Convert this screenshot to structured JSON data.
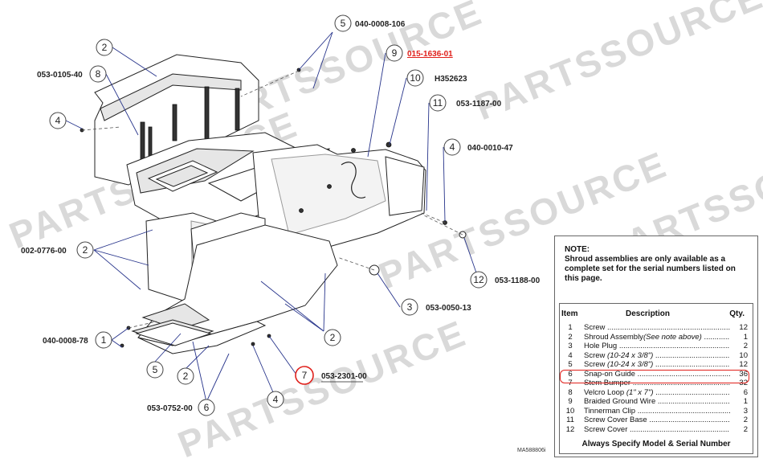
{
  "watermark": "PARTSSOURCE",
  "callouts": [
    {
      "item": "5",
      "part": "040-0008-106"
    },
    {
      "item": "9",
      "part": "015-1636-01"
    },
    {
      "item": "10",
      "part": "H352623"
    },
    {
      "item": "11",
      "part": "053-1187-00"
    },
    {
      "item": "4",
      "part": "040-0010-47"
    },
    {
      "item": "2",
      "part": ""
    },
    {
      "item": "8",
      "part": "053-0105-40"
    },
    {
      "item": "4",
      "part": ""
    },
    {
      "item": "2",
      "part": "002-0776-00"
    },
    {
      "item": "12",
      "part": "053-1188-00"
    },
    {
      "item": "3",
      "part": "053-0050-13"
    },
    {
      "item": "2",
      "part": ""
    },
    {
      "item": "1",
      "part": "040-0008-78"
    },
    {
      "item": "5",
      "part": ""
    },
    {
      "item": "2",
      "part": ""
    },
    {
      "item": "7",
      "part": "053-2301-00"
    },
    {
      "item": "4",
      "part": ""
    },
    {
      "item": "6",
      "part": "053-0752-00"
    }
  ],
  "note": {
    "text": "NOTE:\nShroud assemblies are only available as a complete set for the serial numbers listed on this page."
  },
  "table": {
    "headers": [
      "Item",
      "Description",
      "Qty."
    ],
    "rows": [
      {
        "item": "1",
        "desc": "Screw",
        "note": "",
        "qty": "12"
      },
      {
        "item": "2",
        "desc": "Shroud Assembly",
        "note": "(See note above)",
        "qty": "1"
      },
      {
        "item": "3",
        "desc": "Hole Plug",
        "note": "",
        "qty": "2"
      },
      {
        "item": "4",
        "desc": "Screw",
        "note": "(10-24 x 3/8\")",
        "qty": "10"
      },
      {
        "item": "5",
        "desc": "Screw",
        "note": "(10-24 x 3/8\")",
        "qty": "12"
      },
      {
        "item": "6",
        "desc": "Snap-on Guide",
        "note": "",
        "qty": "36"
      },
      {
        "item": "7",
        "desc": "Stem Bumper",
        "note": "",
        "qty": "32"
      },
      {
        "item": "8",
        "desc": "Velcro Loop",
        "note": "(1\" x 7\")",
        "qty": "6"
      },
      {
        "item": "9",
        "desc": "Braided Ground Wire",
        "note": "",
        "qty": "1"
      },
      {
        "item": "10",
        "desc": "Tinnerman Clip",
        "note": "",
        "qty": "3"
      },
      {
        "item": "11",
        "desc": "Screw Cover Base",
        "note": "",
        "qty": "2"
      },
      {
        "item": "12",
        "desc": "Screw Cover",
        "note": "",
        "qty": "2"
      }
    ],
    "footer": "Always Specify Model & Serial Number"
  },
  "drawing_id": "MA588806i",
  "colors": {
    "highlight": "#e0201b",
    "leader": "#27348b",
    "watermark": "#d9d9d9"
  }
}
